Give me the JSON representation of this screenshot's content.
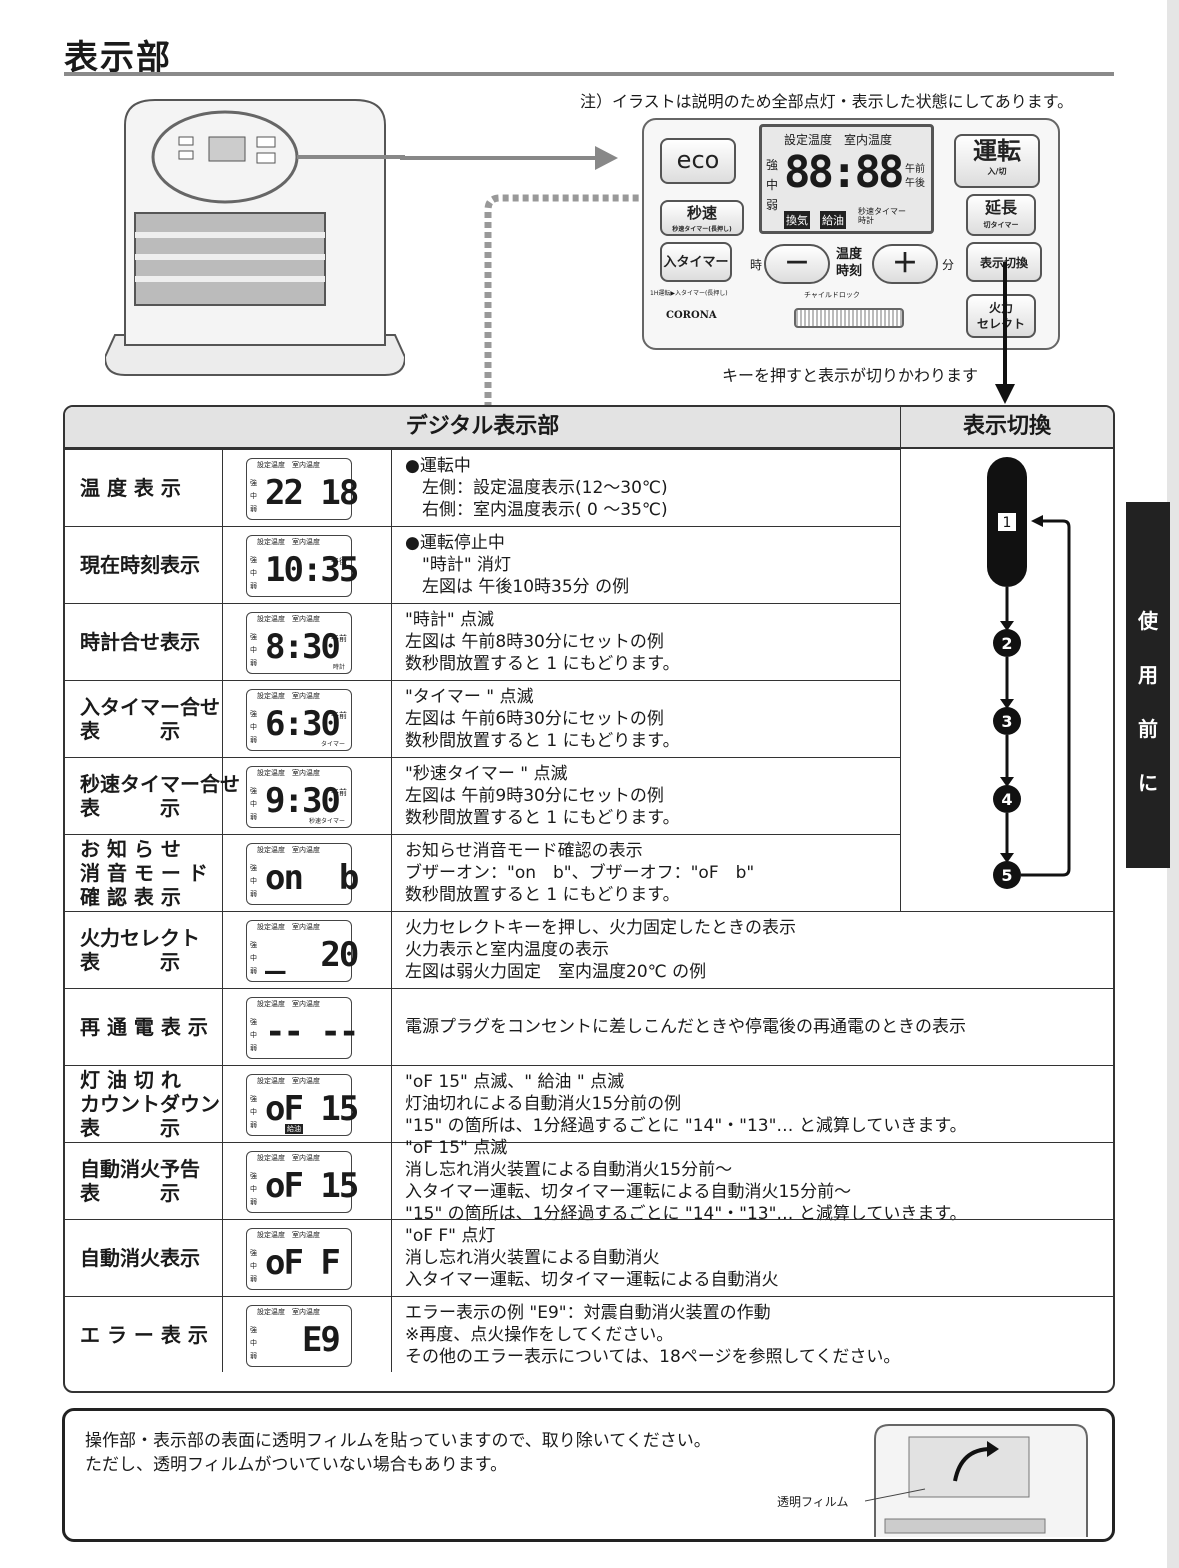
{
  "page": {
    "title": "表示部",
    "note": "注）イラストは説明のため全部点灯・表示した状態にしてあります。",
    "side_tab": [
      "使",
      "用",
      "前",
      "に"
    ]
  },
  "panel": {
    "eco": "eco",
    "unten": "運転",
    "unten_sub": "入/切",
    "enchou": "延長",
    "enchou_sub": "切タイマー",
    "byousoku": "秒速",
    "byousoku_sub": "秒速タイマー(長押し)",
    "iri_timer": "入タイマー",
    "iri_timer_sub": "1H運転▶入タイマー(長押し)",
    "ji": "時",
    "minus": "－",
    "ondo_jikoku": "温度\n時刻",
    "plus": "＋",
    "fun": "分",
    "hyouji_kirikae": "表示切換",
    "karyoku": "火力\nセレクト",
    "child_lock": "チャイルドロック",
    "brand": "CORONA",
    "lcd_header": "設定温度　室内温度",
    "lcd_side": [
      "強",
      "中",
      "弱"
    ],
    "lcd_value": "88:88",
    "lcd_am": "午前",
    "lcd_pm": "午後",
    "lcd_kanki": "換気",
    "lcd_kyuyu": "給油",
    "lcd_timers": "秒速タイマー\n時計",
    "caption": "キーを押すと表示が切りかわります"
  },
  "table": {
    "head_digital": "デジタル表示部",
    "head_switch": "表示切換",
    "lcd_header": "設定温度　室内温度",
    "lcd_side": [
      "強",
      "中",
      "弱"
    ],
    "rows": [
      {
        "label": "温 度 表 示",
        "lcd": "22 18",
        "ampm": "",
        "sub": "",
        "tag": "",
        "desc": [
          "●運転中",
          "　左側：設定温度表示(12～30℃)",
          "　右側：室内温度表示( 0 ～35℃)"
        ]
      },
      {
        "label": "現在時刻表示",
        "lcd": "10:35",
        "ampm": "午後",
        "sub": "",
        "tag": "",
        "desc": [
          "●運転停止中",
          "　\"時計\" 消灯",
          "　左図は 午後10時35分 の例"
        ]
      },
      {
        "label": "時計合せ表示",
        "lcd": "8:30",
        "ampm": "午前",
        "sub": "時計",
        "tag": "",
        "desc": [
          "\"時計\" 点滅",
          "左図は 午前8時30分にセットの例",
          "数秒間放置すると 1 にもどります。"
        ]
      },
      {
        "label": "入タイマー合せ\n表　　　示",
        "lcd": "6:30",
        "ampm": "午前",
        "sub": "タイマー",
        "tag": "",
        "desc": [
          "\"タイマー \" 点滅",
          "左図は 午前6時30分にセットの例",
          "数秒間放置すると 1 にもどります。"
        ]
      },
      {
        "label": "秒速タイマー合せ\n表　　　示",
        "lcd": "9:30",
        "ampm": "午前",
        "sub": "秒速タイマー",
        "tag": "",
        "desc": [
          "\"秒速タイマー \" 点滅",
          "左図は 午前9時30分にセットの例",
          "数秒間放置すると 1 にもどります。"
        ]
      },
      {
        "label": "お 知 ら せ\n消 音 モ ー ド\n確 認 表 示",
        "lcd": "on  b",
        "ampm": "",
        "sub": "",
        "tag": "",
        "desc": [
          "お知らせ消音モード確認の表示",
          "ブザーオン：\"on　b\"、ブザーオフ：\"oF　b\"",
          "数秒間放置すると 1 にもどります。"
        ]
      },
      {
        "label": "火力セレクト\n表　　　示",
        "lcd": "_  20",
        "ampm": "",
        "sub": "",
        "tag": "",
        "desc": [
          "火力セレクトキーを押し、火力固定したときの表示",
          "火力表示と室内温度の表示",
          "左図は弱火力固定　室内温度20℃ の例"
        ]
      },
      {
        "label": "再 通 電 表 示",
        "lcd": "-- --",
        "ampm": "",
        "sub": "",
        "tag": "",
        "desc": [
          "電源プラグをコンセントに差しこんだときや停電後の再通電のときの表示"
        ]
      },
      {
        "label": "灯 油 切 れ\nカウントダウン\n表　　　示",
        "lcd": "oF 15",
        "ampm": "",
        "sub": "",
        "tag": "給油",
        "desc": [
          "\"oF 15\" 点滅、\" 給油 \" 点滅",
          "灯油切れによる自動消火15分前の例",
          "\"15\" の箇所は、1分経過するごとに \"14\"・\"13\"… と減算していきます。"
        ]
      },
      {
        "label": "自動消火予告\n表　　　示",
        "lcd": "oF 15",
        "ampm": "",
        "sub": "",
        "tag": "",
        "desc": [
          "\"oF 15\" 点滅",
          "消し忘れ消火装置による自動消火15分前～",
          "入タイマー運転、切タイマー運転による自動消火15分前～",
          "\"15\" の箇所は、1分経過するごとに \"14\"・\"13\"… と減算していきます。"
        ]
      },
      {
        "label": "自動消火表示",
        "lcd": "oF F",
        "ampm": "",
        "sub": "",
        "tag": "",
        "desc": [
          "\"oF F\" 点灯",
          "消し忘れ消火装置による自動消火",
          "入タイマー運転、切タイマー運転による自動消火"
        ]
      },
      {
        "label": "エ ラ ー 表 示",
        "lcd": "  E9",
        "ampm": "",
        "sub": "",
        "tag": "",
        "desc": [
          "エラー表示の例 \"E9\"：対震自動消火装置の作動",
          "※再度、点火操作をしてください。",
          "その他のエラー表示については、18ページを参照してください。"
        ]
      }
    ],
    "switch_steps": [
      "1",
      "2",
      "3",
      "4",
      "5"
    ]
  },
  "bottom": {
    "line1": "操作部・表示部の表面に透明フィルムを貼っていますので、取り除いてください。",
    "line2": "ただし、透明フィルムがついていない場合もあります。",
    "film_label": "透明フィルム"
  }
}
